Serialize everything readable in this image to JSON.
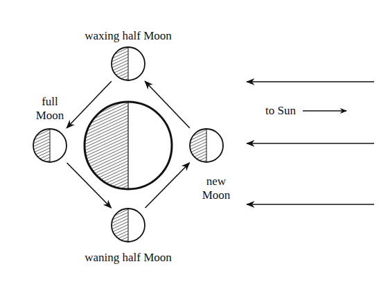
{
  "diagram": {
    "nodes": [
      {
        "text": [
          "waxing half Moon"
        ]
      },
      {
        "text": [
          "full Moon"
        ]
      },
      {
        "text": [
          "new Moon"
        ]
      },
      {
        "text": [
          "waning half Moon"
        ]
      }
    ],
    "edges": [
      {
        "from": 2,
        "to": 0,
        "arrow": "to"
      },
      {
        "from": 0,
        "to": 1,
        "arrow": "to"
      },
      {
        "from": 1,
        "to": 3,
        "arrow": "to"
      },
      {
        "from": 3,
        "to": 2,
        "arrow": "to"
      }
    ],
    "labels": [
      "to Sun"
    ]
  }
}
